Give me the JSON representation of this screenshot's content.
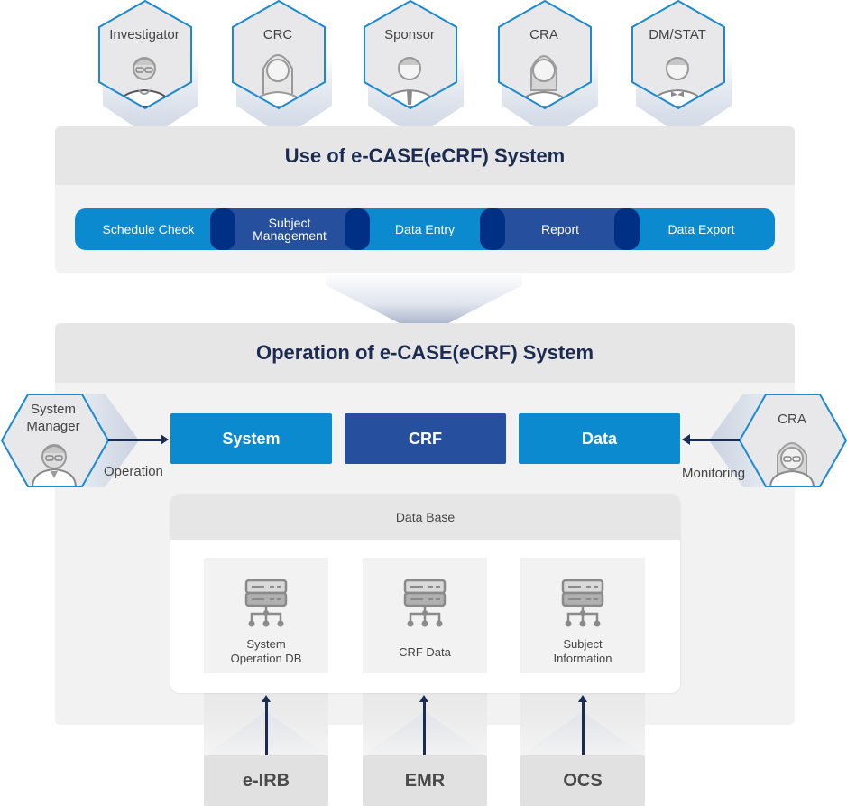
{
  "roles_top": [
    {
      "label": "Investigator",
      "icon": "investigator-avatar-icon"
    },
    {
      "label": "CRC",
      "icon": "crc-avatar-icon"
    },
    {
      "label": "Sponsor",
      "icon": "sponsor-avatar-icon"
    },
    {
      "label": "CRA",
      "icon": "cra-avatar-icon"
    },
    {
      "label": "DM/STAT",
      "icon": "dm-stat-avatar-icon"
    }
  ],
  "use_panel": {
    "title": "Use of e-CASE(eCRF) System",
    "steps": [
      {
        "label": "Schedule Check"
      },
      {
        "label": "Subject\nManagement"
      },
      {
        "label": "Data Entry"
      },
      {
        "label": "Report"
      },
      {
        "label": "Data Export"
      }
    ]
  },
  "operation_panel": {
    "title": "Operation of e-CASE(eCRF) System",
    "boxes": [
      {
        "label": "System"
      },
      {
        "label": "CRF"
      },
      {
        "label": "Data"
      }
    ],
    "left_actor": {
      "label": "System\nManager",
      "action": "Operation"
    },
    "right_actor": {
      "label": "CRA",
      "action": "Monitoring"
    }
  },
  "database": {
    "title": "Data Base",
    "items": [
      {
        "label": "System\nOperation DB"
      },
      {
        "label": "CRF Data"
      },
      {
        "label": "Subject\nInformation"
      }
    ]
  },
  "sources": [
    {
      "label": "e-IRB"
    },
    {
      "label": "EMR"
    },
    {
      "label": "OCS"
    }
  ],
  "colors": {
    "primary_blue": "#0b8ad0",
    "dark_blue": "#264f9e",
    "navy_pill": "#002f86",
    "title_navy": "#1c2b52",
    "hex_border": "#1a8ad4"
  }
}
